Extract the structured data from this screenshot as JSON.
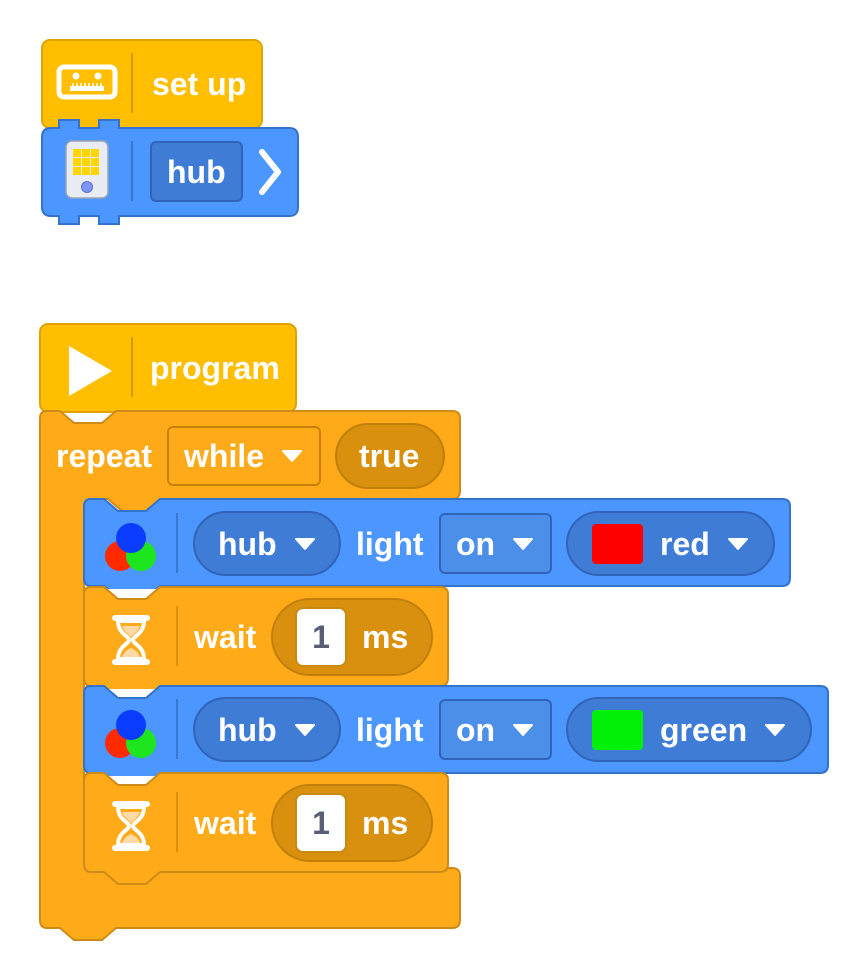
{
  "setup_block": {
    "label": "set up",
    "device": "hub",
    "icons": [
      "setup-icon",
      "hub-device-icon",
      "chevron-right-icon"
    ]
  },
  "program_block": {
    "label": "program",
    "icon": "play-icon"
  },
  "repeat_block": {
    "label": "repeat",
    "mode": "while",
    "condition": "true"
  },
  "statements": [
    {
      "type": "light",
      "device": "hub",
      "action_label": "light",
      "state": "on",
      "color_name": "red",
      "color_hex": "#FF0000",
      "icon": "rgb-light-icon"
    },
    {
      "type": "wait",
      "label": "wait",
      "value": "1",
      "unit": "ms",
      "icon": "hourglass-icon"
    },
    {
      "type": "light",
      "device": "hub",
      "action_label": "light",
      "state": "on",
      "color_name": "green",
      "color_hex": "#00F00A",
      "icon": "rgb-light-icon"
    },
    {
      "type": "wait",
      "label": "wait",
      "value": "1",
      "unit": "ms",
      "icon": "hourglass-icon"
    }
  ],
  "colors": {
    "hat_yellow": "#FFBF00",
    "control_orange": "#FFAB19",
    "device_blue": "#4C97FF"
  }
}
